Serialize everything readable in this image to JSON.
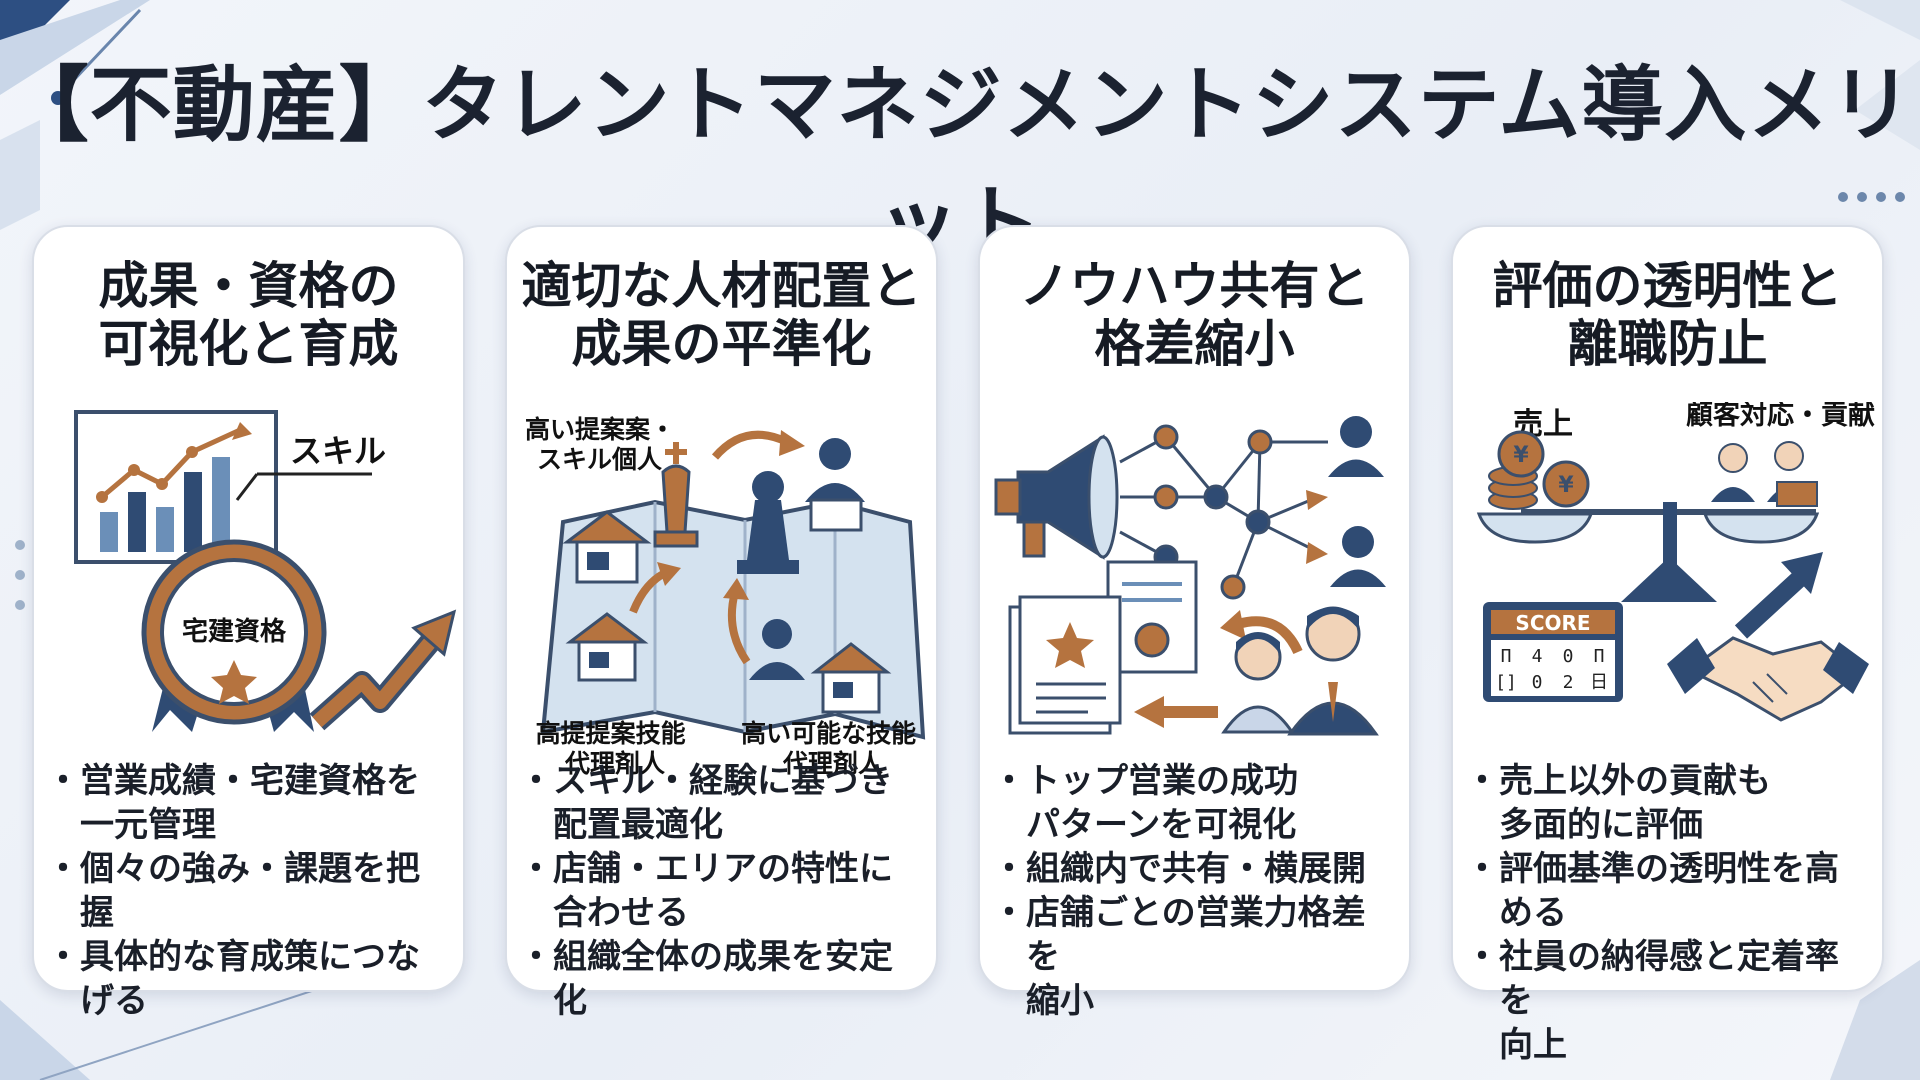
{
  "title": "【不動産】タレントマネジメントシステム導入メリット",
  "colors": {
    "navy": "#2f4b73",
    "brown": "#b5733f",
    "pale_blue": "#d4e2ef",
    "card_border": "#d9dee7"
  },
  "cards": [
    {
      "title_lines": [
        "成果・資格の",
        "可視化と育成"
      ],
      "labels": {
        "skill": "スキル",
        "badge": "宅建資格"
      },
      "icons": [
        "bar-chart-icon",
        "certificate-badge-icon",
        "growth-arrow-icon"
      ],
      "bullets": [
        [
          "営業成績・宅建資格を",
          "一元管理"
        ],
        [
          "個々の強み・課題を把握"
        ],
        [
          "具体的な育成策につなげる"
        ]
      ]
    },
    {
      "title_lines": [
        "適切な人材配置と",
        "成果の平準化"
      ],
      "labels": {
        "top_left": [
          "高い提案案・",
          "スキル個人"
        ],
        "bottom_left": [
          "高提提案技能",
          "代理剤人"
        ],
        "bottom_right": [
          "高い可能な技能",
          "代理剤人"
        ]
      },
      "icons": [
        "map-icon",
        "house-icon",
        "chess-king-icon",
        "chess-pawn-icon",
        "person-icon"
      ],
      "bullets": [
        [
          "スキル・経験に基づき",
          "配置最適化"
        ],
        [
          "店舗・エリアの特性に",
          "合わせる"
        ],
        [
          "組織全体の成果を安定化"
        ]
      ]
    },
    {
      "title_lines": [
        "ノウハウ共有と",
        "格差縮小"
      ],
      "labels": {},
      "icons": [
        "megaphone-icon",
        "network-icon",
        "document-icon",
        "certificate-icon",
        "people-icon"
      ],
      "bullets": [
        [
          "トップ営業の成功",
          "パターンを可視化"
        ],
        [
          "組織内で共有・横展開"
        ],
        [
          "店舗ごとの営業力格差を",
          "縮小"
        ]
      ]
    },
    {
      "title_lines": [
        "評価の透明性と",
        "離職防止"
      ],
      "labels": {
        "sales": "売上",
        "service": "顧客対応・貢献",
        "score_title": "SCORE",
        "score_row1": [
          "П",
          "4",
          "0",
          "П"
        ],
        "score_row2": [
          "[]",
          "0",
          "2",
          "日"
        ]
      },
      "icons": [
        "balance-scale-icon",
        "coins-icon",
        "people-icon",
        "score-panel-icon",
        "handshake-icon",
        "growth-arrow-icon"
      ],
      "bullets": [
        [
          "売上以外の貢献も",
          "多面的に評価"
        ],
        [
          "評価基準の透明性を高める"
        ],
        [
          "社員の納得感と定着率を",
          "向上"
        ]
      ]
    }
  ]
}
